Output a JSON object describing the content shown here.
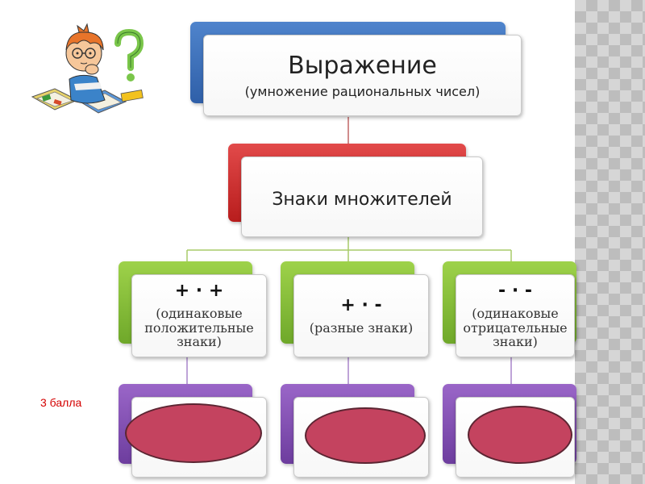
{
  "top": {
    "title": "Выражение",
    "subtitle": "(умножение рациональных чисел)"
  },
  "middle": {
    "label": "Знаки множителей"
  },
  "cases": [
    {
      "signs": "+ · +",
      "description": "(одинаковые положительные знаки)",
      "desc_lines": [
        "(одинаковые",
        "положительные",
        "знаки)"
      ]
    },
    {
      "signs": "+ · -",
      "description": "(разные знаки)",
      "desc_lines": [
        "(разные знаки)"
      ]
    },
    {
      "signs": "- · -",
      "description": "(одинаковые отрицательные знаки)",
      "desc_lines": [
        "(одинаковые",
        "отрицательные",
        "знаки)"
      ]
    }
  ],
  "score_label": "3 балла",
  "colors": {
    "top": "#3a6db8",
    "middle": "#cc2a2a",
    "cases": "#86bf3a",
    "answers": "#7f4ab2",
    "ellipse_fill": "#c4435f"
  },
  "icons": {
    "clipart": "thinking-boy-with-books-icon"
  }
}
